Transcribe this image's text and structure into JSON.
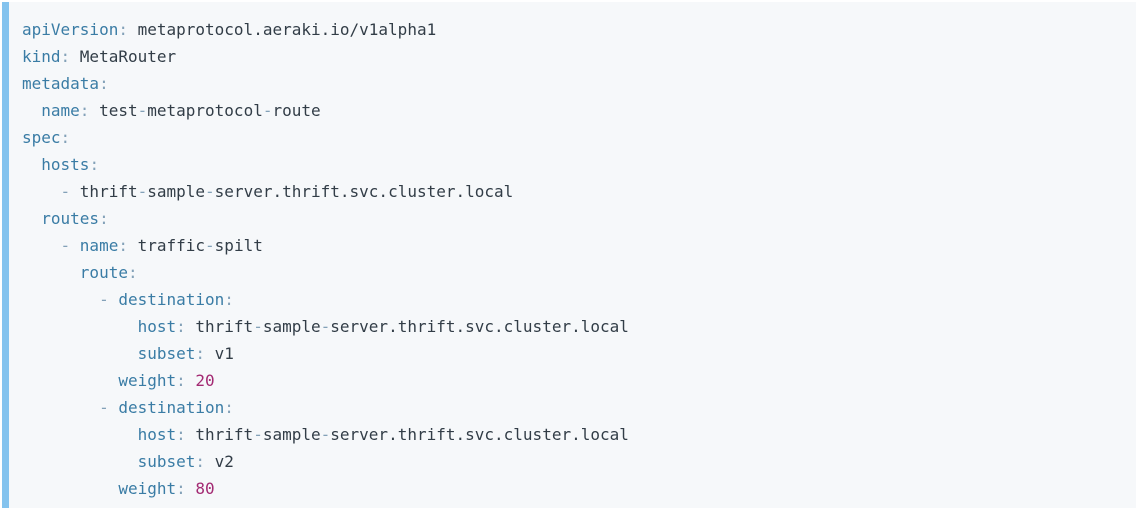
{
  "colors": {
    "page_bg": "#ffffff",
    "block_bg": "#f6f8fa",
    "accent_bar": "#84c3ee",
    "key": "#3a7ca5",
    "punctuation": "#83a1b8",
    "value": "#323d47",
    "number": "#a32a73"
  },
  "code_block": {
    "lines": [
      [
        [
          "apiVersion",
          "key"
        ],
        [
          ": ",
          "punc"
        ],
        [
          "metaprotocol.aeraki.io/v1alpha1",
          "val"
        ]
      ],
      [
        [
          "kind",
          "key"
        ],
        [
          ": ",
          "punc"
        ],
        [
          "MetaRouter",
          "val"
        ]
      ],
      [
        [
          "metadata",
          "key"
        ],
        [
          ":",
          "punc"
        ]
      ],
      [
        [
          "  ",
          "sp"
        ],
        [
          "name",
          "key"
        ],
        [
          ": ",
          "punc"
        ],
        [
          "test-metaprotocol-route",
          "val"
        ]
      ],
      [
        [
          "spec",
          "key"
        ],
        [
          ":",
          "punc"
        ]
      ],
      [
        [
          "  ",
          "sp"
        ],
        [
          "hosts",
          "key"
        ],
        [
          ":",
          "punc"
        ]
      ],
      [
        [
          "    ",
          "sp"
        ],
        [
          "- ",
          "dash"
        ],
        [
          "thrift-sample-server.thrift.svc.cluster.local",
          "val"
        ]
      ],
      [
        [
          "  ",
          "sp"
        ],
        [
          "routes",
          "key"
        ],
        [
          ":",
          "punc"
        ]
      ],
      [
        [
          "    ",
          "sp"
        ],
        [
          "- ",
          "dash"
        ],
        [
          "name",
          "key"
        ],
        [
          ": ",
          "punc"
        ],
        [
          "traffic-spilt",
          "val"
        ]
      ],
      [
        [
          "      ",
          "sp"
        ],
        [
          "route",
          "key"
        ],
        [
          ":",
          "punc"
        ]
      ],
      [
        [
          "        ",
          "sp"
        ],
        [
          "- ",
          "dash"
        ],
        [
          "destination",
          "key"
        ],
        [
          ":",
          "punc"
        ]
      ],
      [
        [
          "            ",
          "sp"
        ],
        [
          "host",
          "key"
        ],
        [
          ": ",
          "punc"
        ],
        [
          "thrift-sample-server.thrift.svc.cluster.local",
          "val"
        ]
      ],
      [
        [
          "            ",
          "sp"
        ],
        [
          "subset",
          "key"
        ],
        [
          ": ",
          "punc"
        ],
        [
          "v1",
          "val"
        ]
      ],
      [
        [
          "          ",
          "sp"
        ],
        [
          "weight",
          "key"
        ],
        [
          ": ",
          "punc"
        ],
        [
          "20",
          "num"
        ]
      ],
      [
        [
          "        ",
          "sp"
        ],
        [
          "- ",
          "dash"
        ],
        [
          "destination",
          "key"
        ],
        [
          ":",
          "punc"
        ]
      ],
      [
        [
          "            ",
          "sp"
        ],
        [
          "host",
          "key"
        ],
        [
          ": ",
          "punc"
        ],
        [
          "thrift-sample-server.thrift.svc.cluster.local",
          "val"
        ]
      ],
      [
        [
          "            ",
          "sp"
        ],
        [
          "subset",
          "key"
        ],
        [
          ": ",
          "punc"
        ],
        [
          "v2",
          "val"
        ]
      ],
      [
        [
          "          ",
          "sp"
        ],
        [
          "weight",
          "key"
        ],
        [
          ": ",
          "punc"
        ],
        [
          "80",
          "num"
        ]
      ]
    ]
  }
}
